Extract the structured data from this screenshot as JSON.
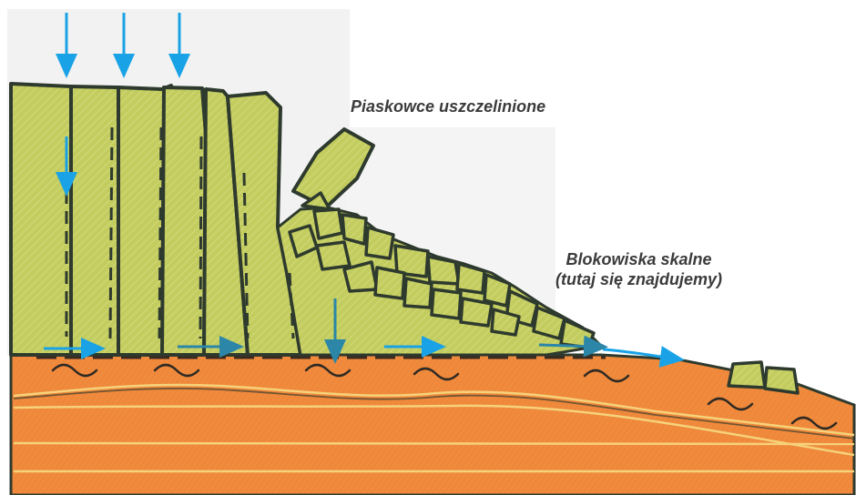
{
  "diagram": {
    "labels": {
      "fractured_sandstone": "Piaskowce uszczelinione",
      "rock_blockfield_line1": "Blokowiska skalne",
      "rock_blockfield_line2": "(tutaj się znajdujemy)"
    },
    "colors": {
      "sandstone_fill": "#c3cc5e",
      "sandstone_hatch": "#d2da7a",
      "clay_fill": "#f08a3c",
      "clay_band": "#e67f32",
      "layer_line": "#f6d27a",
      "outline": "#2e3a2e",
      "water_arrow": "#19a3e6",
      "background": "#ffffff"
    },
    "icons": [
      "rain-arrow-icon",
      "infiltration-arrow-icon",
      "groundwater-flow-arrow-icon"
    ]
  }
}
